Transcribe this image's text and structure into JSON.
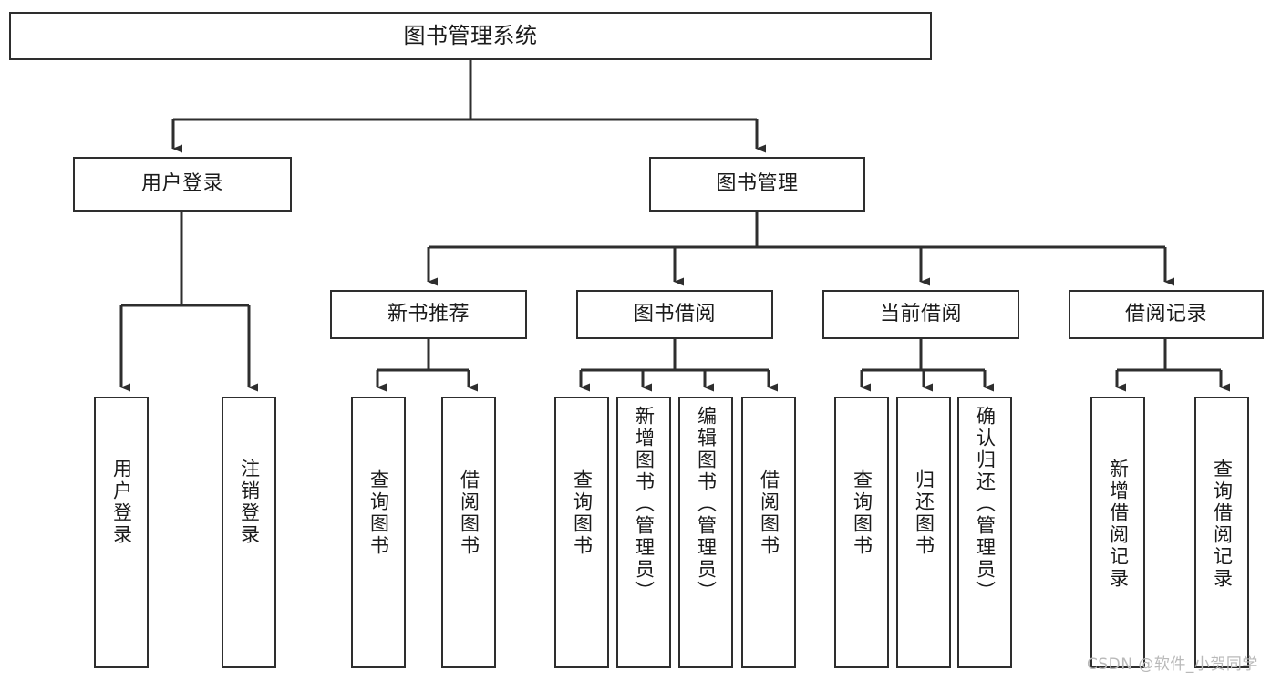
{
  "diagram": {
    "type": "tree",
    "title": "图书管理系统",
    "root": {
      "label": "图书管理系统"
    },
    "level1": [
      {
        "label": "用户登录"
      },
      {
        "label": "图书管理"
      }
    ],
    "level2": [
      {
        "label": "新书推荐"
      },
      {
        "label": "图书借阅"
      },
      {
        "label": "当前借阅"
      },
      {
        "label": "借阅记录"
      }
    ],
    "leaves": {
      "user_login": [
        {
          "label": "用户登录"
        },
        {
          "label": "注销登录"
        }
      ],
      "new_book_recommend": [
        {
          "label": "查询图书"
        },
        {
          "label": "借阅图书"
        }
      ],
      "book_borrow": [
        {
          "label": "查询图书"
        },
        {
          "label": "新增图书（管理员）"
        },
        {
          "label": "编辑图书（管理员）"
        },
        {
          "label": "借阅图书"
        }
      ],
      "current_borrow": [
        {
          "label": "查询图书"
        },
        {
          "label": "归还图书"
        },
        {
          "label": "确认归还（管理员）"
        }
      ],
      "borrow_record": [
        {
          "label": "新增借阅记录"
        },
        {
          "label": "查询借阅记录"
        }
      ]
    }
  },
  "watermark": {
    "text": "CSDN @软件_小贺同学"
  },
  "colors": {
    "stroke": "#2e2e2e",
    "background": "#ffffff",
    "text": "#1b1b1b",
    "watermark": "#b9b9b9"
  }
}
